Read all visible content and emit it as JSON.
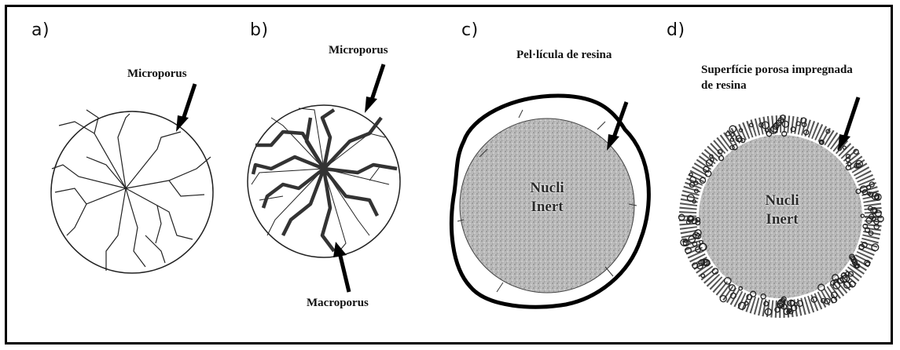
{
  "panels": [
    {
      "label": "a)",
      "annotations": [
        "Microporus"
      ]
    },
    {
      "label": "b)",
      "annotations": [
        "Microporus",
        "Macroporus"
      ]
    },
    {
      "label": "c)",
      "annotations": [
        "Pel·lícula de resina"
      ],
      "core_lines": [
        "Nucli",
        "Inert"
      ]
    },
    {
      "label": "d)",
      "annotations": [
        "Superfície porosa impregnada",
        "de resina"
      ],
      "core_lines": [
        "Nucli",
        "Inert"
      ]
    }
  ]
}
